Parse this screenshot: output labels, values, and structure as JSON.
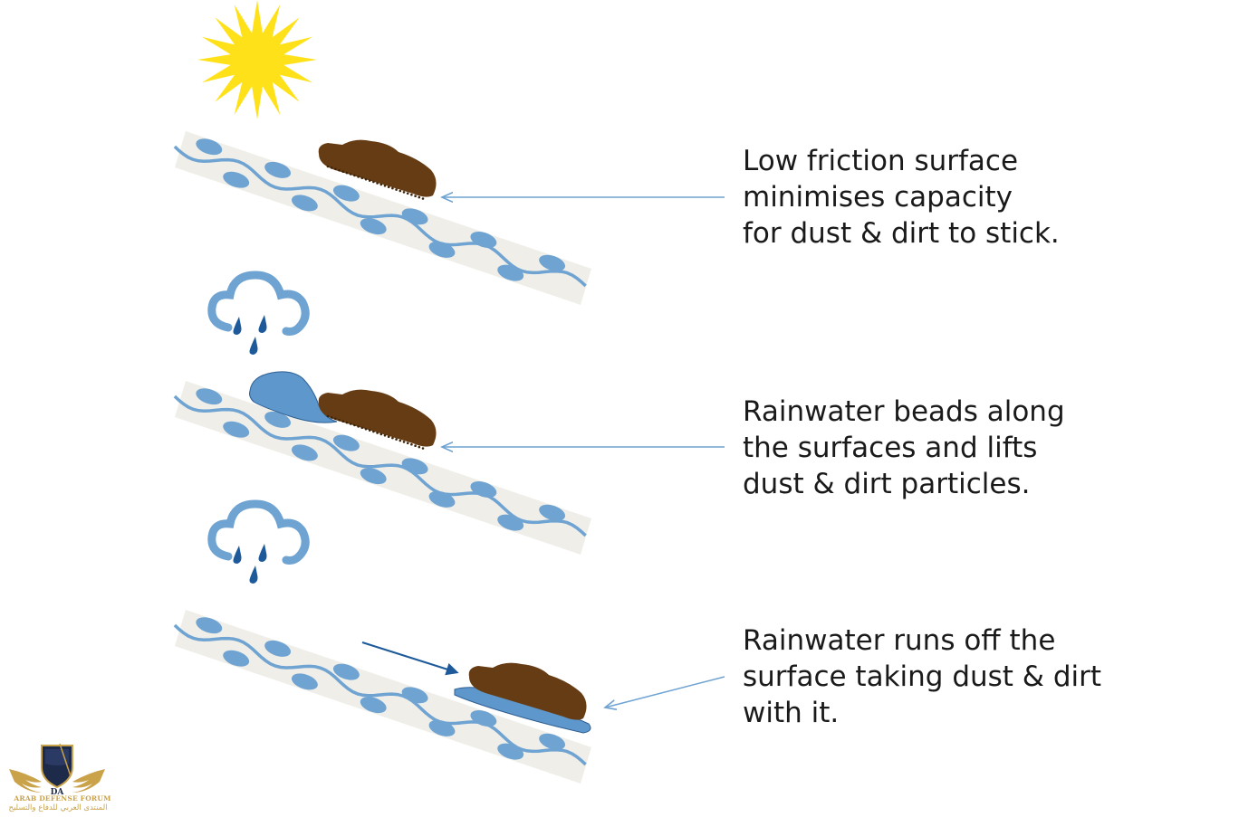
{
  "captions": [
    {
      "lines": [
        "Low friction surface",
        "minimises capacity",
        "for dust & dirt to stick."
      ]
    },
    {
      "lines": [
        "Rainwater beads along",
        "the surfaces and lifts",
        "dust & dirt particles."
      ]
    },
    {
      "lines": [
        "Rainwater runs off the",
        "surface taking dust & dirt",
        "with it."
      ]
    }
  ],
  "icons": {
    "sun": "sun-icon",
    "rain_cloud": "rain-cloud-icon"
  },
  "logo": {
    "name": "ARAB DEFENSE FORUM",
    "arabic": "المنتدى العربي للدفاع والتسليح",
    "monogram": "DA"
  },
  "colors": {
    "sun": "#FFE11A",
    "surface": "#EFEEE8",
    "surface_blue": "#6FA3D2",
    "water": "#5E97CC",
    "water_dark": "#2E5F93",
    "dirt": "#663C14",
    "arrow_light": "#6FA3D2",
    "arrow_dark": "#1E5A9A",
    "text": "#1a1a1a",
    "logo_gold": "#C9A24A"
  }
}
